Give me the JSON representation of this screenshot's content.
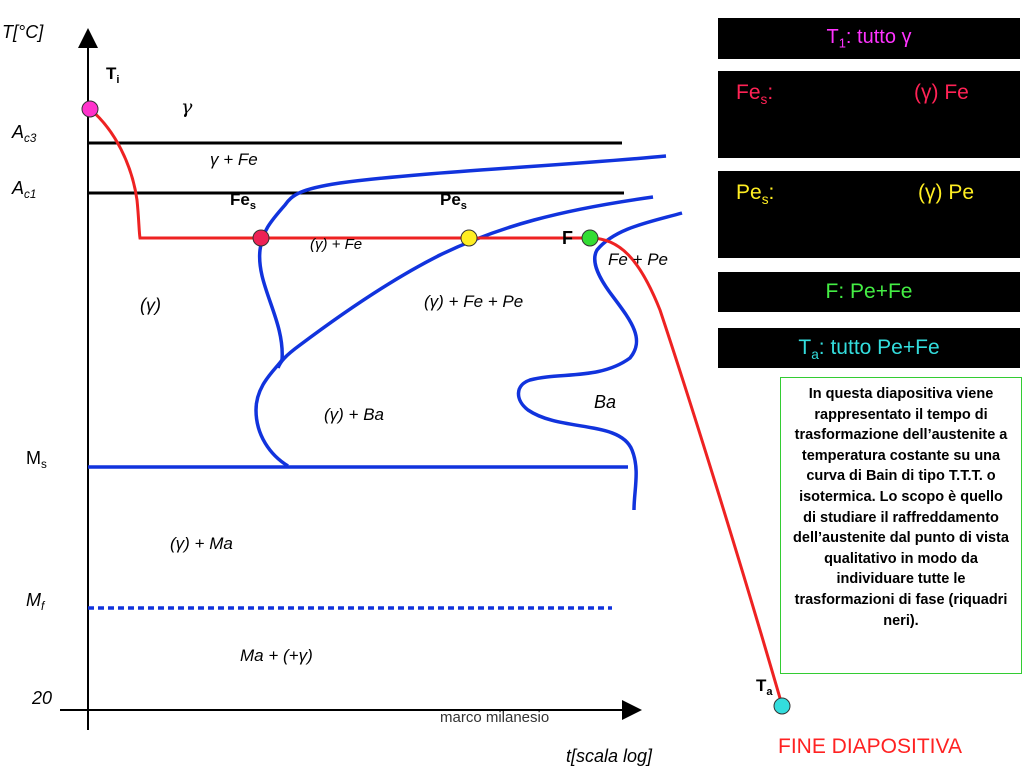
{
  "axes": {
    "y_label": "T[°C]",
    "x_label": "t[scala log]",
    "y_ticks": {
      "ac3": {
        "main": "A",
        "sub": "c3"
      },
      "ac1": {
        "main": "A",
        "sub": "c1"
      },
      "ms": {
        "main": "M",
        "sub": "s"
      },
      "mf": {
        "main": "M",
        "sub": "f"
      },
      "t20": "20"
    }
  },
  "points": {
    "ti": {
      "main": "T",
      "sub": "i"
    },
    "fes": {
      "main": "Fe",
      "sub": "s"
    },
    "pes": {
      "main": "Pe",
      "sub": "s"
    },
    "f": "F",
    "ta": {
      "main": "T",
      "sub": "a"
    }
  },
  "regions": {
    "gamma": "γ",
    "gamma_fe_top": "γ + Fe",
    "gamma_fe_mid": "(γ) + Fe",
    "fe_pe": "Fe + Pe",
    "gamma_paren": "(γ)",
    "gamma_fe_pe": "(γ) + Fe + Pe",
    "ba": "Ba",
    "gamma_ba": "(γ) + Ba",
    "gamma_ma": "(γ) + Ma",
    "ma_gamma": "Ma + (+γ)"
  },
  "watermark": "marco milanesio",
  "legend": {
    "t1": {
      "main": "T",
      "sub": "1",
      "rest": ":  tutto  γ"
    },
    "fes": {
      "main": "Fe",
      "sub": "s",
      "rest": ":",
      "right": "(γ)   Fe"
    },
    "pes": {
      "main": "Pe",
      "sub": "s",
      "rest": ":",
      "right": "(γ)  Pe"
    },
    "f": "F: Pe+Fe",
    "ta": {
      "main": "T",
      "sub": "a",
      "rest": ": tutto Pe+Fe"
    }
  },
  "note": "In questa diapositiva viene rappresentato il tempo di trasformazione dell’austenite a temperatura costante  su una curva di Bain di tipo T.T.T. o isotermica. Lo scopo è quello di  studiare il raffreddamento dell’austenite dal punto di vista qualitativo in modo da individuare tutte le trasformazioni di fase (riquadri neri).",
  "fine": "FINE DIAPOSITIVA",
  "colors": {
    "curve_red": "#ee2222",
    "curve_blue": "#1133dd",
    "point_ti": "#ff33cc",
    "point_fes": "#ee2255",
    "point_pes": "#ffee22",
    "point_f": "#33dd33",
    "point_ta": "#33dddd",
    "legend_t1": "#ff33ff",
    "legend_fes": "#ff2255",
    "legend_pes": "#ffee22",
    "legend_f": "#44ee44",
    "legend_ta": "#33dddd",
    "note_border": "#33cc33"
  }
}
